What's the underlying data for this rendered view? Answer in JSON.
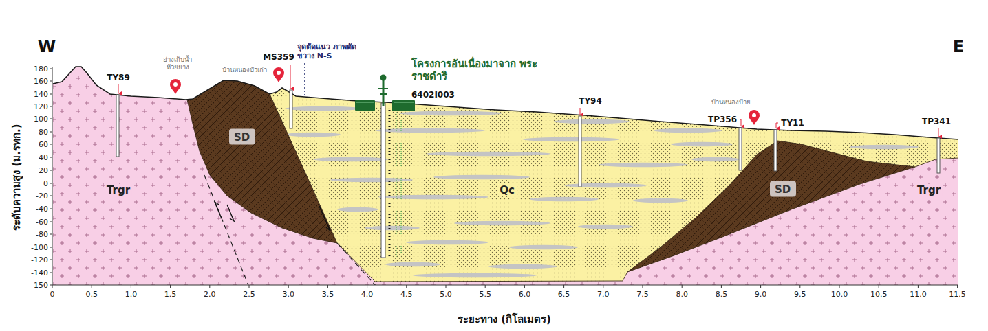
{
  "diagram": {
    "nodes": [
      {
        "text": [
          "SD"
        ]
      },
      {
        "text": [
          "SD"
        ]
      }
    ],
    "labels": [
      "W",
      "E",
      "ระดับความสูง (ม.รทก.)",
      "180",
      "160",
      "140",
      "120",
      "100",
      "80",
      "60",
      "40",
      "20",
      "0",
      "-20",
      "-40",
      "-60",
      "-80",
      "-100",
      "-120",
      "-140",
      "-150",
      "0",
      "0.5",
      "1.0",
      "1.5",
      "2.0",
      "2.5",
      "3.0",
      "3.5",
      "4.0",
      "4.5",
      "5.0",
      "5.5",
      "6.0",
      "6.5",
      "7.0",
      "7.5",
      "8.0",
      "8.5",
      "9.0",
      "9.5",
      "10.0",
      "10.5",
      "11.0",
      "11.5",
      "ระยะทาง (กิโลเมตร)",
      "TY89",
      "อ่างเก็บน้ำ ห้วยยาง",
      "บ้านหนองบัวเก่า",
      "MS359",
      "จุดตัดแนว ภาพตัดขวาง N-S",
      "โครงการอันเนื่องมาจาก พระราชดำริ",
      "6402I003",
      "TY94",
      "บ้านหนองบ้าย",
      "TP356",
      "TY11",
      "TP341",
      "Trgr",
      "Qc",
      "Trgr"
    ]
  }
}
